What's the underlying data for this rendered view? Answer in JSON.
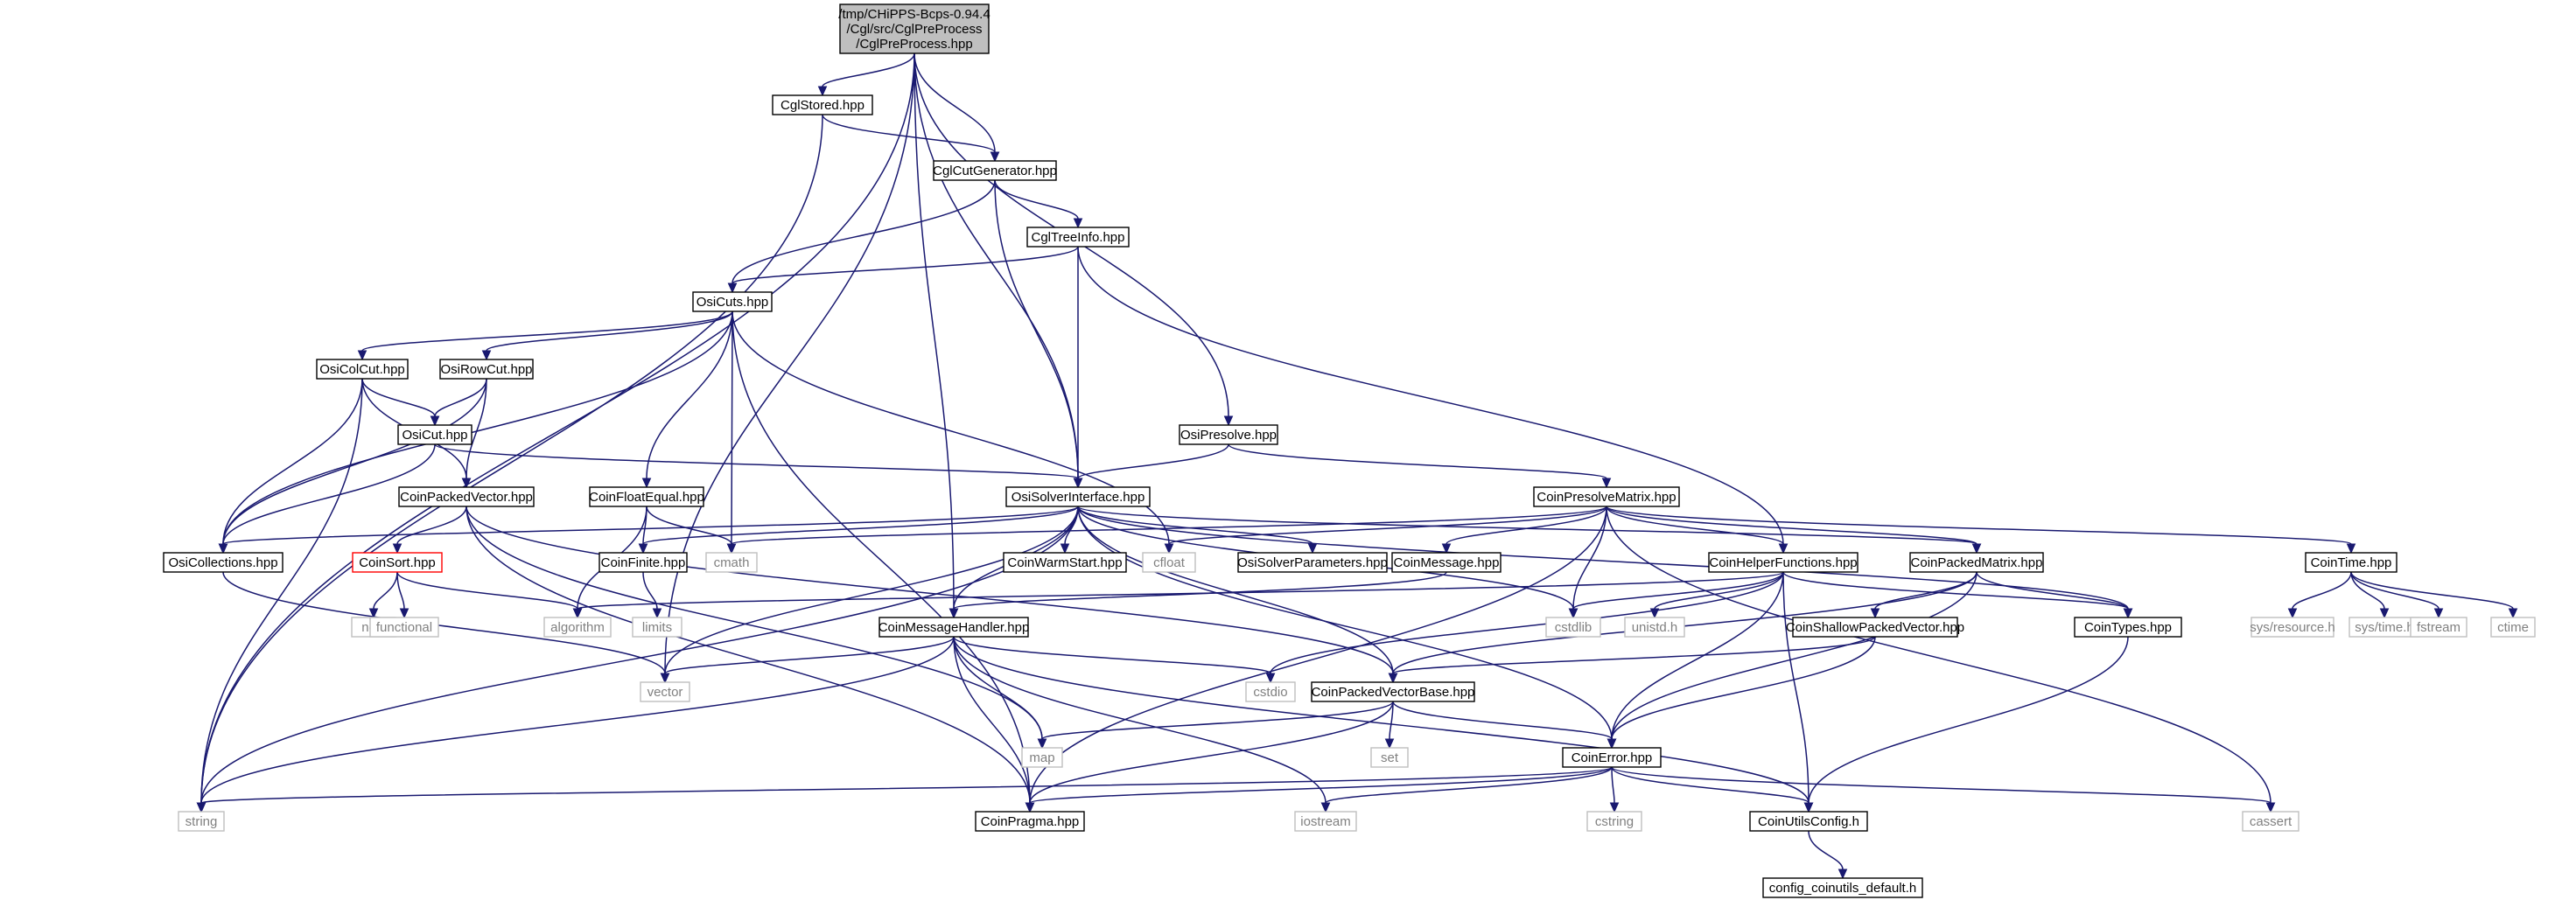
{
  "graph": {
    "title": "/tmp/CHiPPS-Bcps-0.94.4/Cgl/src/CglPreProcess/CglPreProcess.hpp",
    "colors": {
      "edge": "#191970",
      "root_fill": "#bfbfbf",
      "node_stroke": "#000000",
      "system_stroke": "#bfbfbf",
      "system_text": "#808080",
      "error_stroke": "#ff0000",
      "fill": "#ffffff"
    },
    "nodes": [
      {
        "id": "root",
        "lines": [
          "/tmp/CHiPPS-Bcps-0.94.4",
          "/Cgl/src/CglPreProcess",
          "/CglPreProcess.hpp"
        ],
        "kind": "root"
      },
      {
        "id": "cglstored",
        "lines": [
          "CglStored.hpp"
        ],
        "kind": "header"
      },
      {
        "id": "cglcutgen",
        "lines": [
          "CglCutGenerator.hpp"
        ],
        "kind": "header"
      },
      {
        "id": "cgltreeinfo",
        "lines": [
          "CglTreeInfo.hpp"
        ],
        "kind": "header"
      },
      {
        "id": "osicuts",
        "lines": [
          "OsiCuts.hpp"
        ],
        "kind": "header"
      },
      {
        "id": "osicolcut",
        "lines": [
          "OsiColCut.hpp"
        ],
        "kind": "header"
      },
      {
        "id": "osirowcut",
        "lines": [
          "OsiRowCut.hpp"
        ],
        "kind": "header"
      },
      {
        "id": "osicut",
        "lines": [
          "OsiCut.hpp"
        ],
        "kind": "header"
      },
      {
        "id": "osipresolve",
        "lines": [
          "OsiPresolve.hpp"
        ],
        "kind": "header"
      },
      {
        "id": "coinpackedvector",
        "lines": [
          "CoinPackedVector.hpp"
        ],
        "kind": "header"
      },
      {
        "id": "coinfloatequal",
        "lines": [
          "CoinFloatEqual.hpp"
        ],
        "kind": "header"
      },
      {
        "id": "osisolverinterface",
        "lines": [
          "OsiSolverInterface.hpp"
        ],
        "kind": "header"
      },
      {
        "id": "coinpresolvematrix",
        "lines": [
          "CoinPresolveMatrix.hpp"
        ],
        "kind": "header"
      },
      {
        "id": "osicollections",
        "lines": [
          "OsiCollections.hpp"
        ],
        "kind": "header"
      },
      {
        "id": "coinsort",
        "lines": [
          "CoinSort.hpp"
        ],
        "kind": "error"
      },
      {
        "id": "coinfinite",
        "lines": [
          "CoinFinite.hpp"
        ],
        "kind": "header"
      },
      {
        "id": "cmath",
        "lines": [
          "cmath"
        ],
        "kind": "system"
      },
      {
        "id": "coinwarmstart",
        "lines": [
          "CoinWarmStart.hpp"
        ],
        "kind": "header"
      },
      {
        "id": "cfloat",
        "lines": [
          "cfloat"
        ],
        "kind": "system"
      },
      {
        "id": "osisolverparams",
        "lines": [
          "OsiSolverParameters.hpp"
        ],
        "kind": "header"
      },
      {
        "id": "coinmessage",
        "lines": [
          "CoinMessage.hpp"
        ],
        "kind": "header"
      },
      {
        "id": "coinhelperfunctions",
        "lines": [
          "CoinHelperFunctions.hpp"
        ],
        "kind": "header"
      },
      {
        "id": "coinpackedmatrix",
        "lines": [
          "CoinPackedMatrix.hpp"
        ],
        "kind": "header"
      },
      {
        "id": "cointime",
        "lines": [
          "CoinTime.hpp"
        ],
        "kind": "header"
      },
      {
        "id": "new",
        "lines": [
          "new"
        ],
        "kind": "system"
      },
      {
        "id": "functional",
        "lines": [
          "functional"
        ],
        "kind": "system"
      },
      {
        "id": "algorithm",
        "lines": [
          "algorithm"
        ],
        "kind": "system"
      },
      {
        "id": "limits",
        "lines": [
          "limits"
        ],
        "kind": "system"
      },
      {
        "id": "coinmessagehandler",
        "lines": [
          "CoinMessageHandler.hpp"
        ],
        "kind": "header"
      },
      {
        "id": "cstdlib",
        "lines": [
          "cstdlib"
        ],
        "kind": "system"
      },
      {
        "id": "unistd",
        "lines": [
          "unistd.h"
        ],
        "kind": "system"
      },
      {
        "id": "coinshallow",
        "lines": [
          "CoinShallowPackedVector.hpp"
        ],
        "kind": "header"
      },
      {
        "id": "cointypes",
        "lines": [
          "CoinTypes.hpp"
        ],
        "kind": "header"
      },
      {
        "id": "sysresource",
        "lines": [
          "sys/resource.h"
        ],
        "kind": "system"
      },
      {
        "id": "systime",
        "lines": [
          "sys/time.h"
        ],
        "kind": "system"
      },
      {
        "id": "fstream",
        "lines": [
          "fstream"
        ],
        "kind": "system"
      },
      {
        "id": "ctime",
        "lines": [
          "ctime"
        ],
        "kind": "system"
      },
      {
        "id": "vector",
        "lines": [
          "vector"
        ],
        "kind": "system"
      },
      {
        "id": "cstdio",
        "lines": [
          "cstdio"
        ],
        "kind": "system"
      },
      {
        "id": "coinpackedvectorbase",
        "lines": [
          "CoinPackedVectorBase.hpp"
        ],
        "kind": "header"
      },
      {
        "id": "map",
        "lines": [
          "map"
        ],
        "kind": "system"
      },
      {
        "id": "set",
        "lines": [
          "set"
        ],
        "kind": "system"
      },
      {
        "id": "coinerror",
        "lines": [
          "CoinError.hpp"
        ],
        "kind": "header"
      },
      {
        "id": "string",
        "lines": [
          "string"
        ],
        "kind": "system"
      },
      {
        "id": "coinpragma",
        "lines": [
          "CoinPragma.hpp"
        ],
        "kind": "header"
      },
      {
        "id": "iostream",
        "lines": [
          "iostream"
        ],
        "kind": "system"
      },
      {
        "id": "cstring",
        "lines": [
          "cstring"
        ],
        "kind": "system"
      },
      {
        "id": "coinutilsconfig",
        "lines": [
          "CoinUtilsConfig.h"
        ],
        "kind": "header"
      },
      {
        "id": "cassert",
        "lines": [
          "cassert"
        ],
        "kind": "system"
      },
      {
        "id": "configdefault",
        "lines": [
          "config_coinutils_default.h"
        ],
        "kind": "header"
      }
    ],
    "edges": [
      [
        "root",
        "cglstored"
      ],
      [
        "root",
        "cglcutgen"
      ],
      [
        "root",
        "osisolverinterface"
      ],
      [
        "root",
        "osipresolve"
      ],
      [
        "root",
        "coinmessagehandler"
      ],
      [
        "root",
        "string"
      ],
      [
        "root",
        "vector"
      ],
      [
        "cglstored",
        "cglcutgen"
      ],
      [
        "cglstored",
        "string"
      ],
      [
        "cglcutgen",
        "cgltreeinfo"
      ],
      [
        "cglcutgen",
        "osicuts"
      ],
      [
        "cglcutgen",
        "osisolverinterface"
      ],
      [
        "cgltreeinfo",
        "osicuts"
      ],
      [
        "cgltreeinfo",
        "osisolverinterface"
      ],
      [
        "cgltreeinfo",
        "coinhelperfunctions"
      ],
      [
        "osicuts",
        "osicolcut"
      ],
      [
        "osicuts",
        "osirowcut"
      ],
      [
        "osicuts",
        "osicollections"
      ],
      [
        "osicuts",
        "coinfloatequal"
      ],
      [
        "osicuts",
        "cmath"
      ],
      [
        "osicuts",
        "cfloat"
      ],
      [
        "osicuts",
        "coinpragma"
      ],
      [
        "osicolcut",
        "osicut"
      ],
      [
        "osicolcut",
        "osicollections"
      ],
      [
        "osicolcut",
        "coinpackedvector"
      ],
      [
        "osicolcut",
        "string"
      ],
      [
        "osirowcut",
        "osicut"
      ],
      [
        "osirowcut",
        "coinpackedvector"
      ],
      [
        "osirowcut",
        "osicollections"
      ],
      [
        "osicut",
        "osicollections"
      ],
      [
        "osicut",
        "osisolverinterface"
      ],
      [
        "osipresolve",
        "osisolverinterface"
      ],
      [
        "osipresolve",
        "coinpresolvematrix"
      ],
      [
        "coinpackedvector",
        "coinsort"
      ],
      [
        "coinpackedvector",
        "coinpackedvectorbase"
      ],
      [
        "coinpackedvector",
        "map"
      ],
      [
        "coinpackedvector",
        "coinpragma"
      ],
      [
        "coinfloatequal",
        "algorithm"
      ],
      [
        "coinfloatequal",
        "cmath"
      ],
      [
        "coinfloatequal",
        "coinfinite"
      ],
      [
        "osisolverinterface",
        "osicollections"
      ],
      [
        "osisolverinterface",
        "coinfinite"
      ],
      [
        "osisolverinterface",
        "coinwarmstart"
      ],
      [
        "osisolverinterface",
        "osisolverparams"
      ],
      [
        "osisolverinterface",
        "coinmessagehandler"
      ],
      [
        "osisolverinterface",
        "coinpackedvectorbase"
      ],
      [
        "osisolverinterface",
        "coinpackedmatrix"
      ],
      [
        "osisolverinterface",
        "cointypes"
      ],
      [
        "osisolverinterface",
        "vector"
      ],
      [
        "osisolverinterface",
        "string"
      ],
      [
        "osisolverinterface",
        "cstdlib"
      ],
      [
        "osisolverinterface",
        "coinerror"
      ],
      [
        "coinpresolvematrix",
        "coinmessage"
      ],
      [
        "coinpresolvematrix",
        "coinhelperfunctions"
      ],
      [
        "coinpresolvematrix",
        "coinpackedmatrix"
      ],
      [
        "coinpresolvematrix",
        "cointime"
      ],
      [
        "coinpresolvematrix",
        "cmath"
      ],
      [
        "coinpresolvematrix",
        "cfloat"
      ],
      [
        "coinpresolvematrix",
        "cstdlib"
      ],
      [
        "coinpresolvematrix",
        "cassert"
      ],
      [
        "coinpresolvematrix",
        "coinpragma"
      ],
      [
        "osicollections",
        "vector"
      ],
      [
        "coinsort",
        "new"
      ],
      [
        "coinsort",
        "functional"
      ],
      [
        "coinsort",
        "algorithm"
      ],
      [
        "coinfinite",
        "limits"
      ],
      [
        "coinmessage",
        "coinmessagehandler"
      ],
      [
        "coinhelperfunctions",
        "cstdlib"
      ],
      [
        "coinhelperfunctions",
        "unistd"
      ],
      [
        "coinhelperfunctions",
        "algorithm"
      ],
      [
        "coinhelperfunctions",
        "cstdio"
      ],
      [
        "coinhelperfunctions",
        "coinerror"
      ],
      [
        "coinhelperfunctions",
        "cointypes"
      ],
      [
        "coinhelperfunctions",
        "coinutilsconfig"
      ],
      [
        "coinpackedmatrix",
        "coinshallow"
      ],
      [
        "coinpackedmatrix",
        "cointypes"
      ],
      [
        "coinpackedmatrix",
        "coinerror"
      ],
      [
        "coinpackedmatrix",
        "coinpackedvectorbase"
      ],
      [
        "cointime",
        "sysresource"
      ],
      [
        "cointime",
        "systime"
      ],
      [
        "cointime",
        "fstream"
      ],
      [
        "cointime",
        "ctime"
      ],
      [
        "coinmessagehandler",
        "vector"
      ],
      [
        "coinmessagehandler",
        "cstdio"
      ],
      [
        "coinmessagehandler",
        "map"
      ],
      [
        "coinmessagehandler",
        "string"
      ],
      [
        "coinmessagehandler",
        "coinpragma"
      ],
      [
        "coinmessagehandler",
        "iostream"
      ],
      [
        "coinmessagehandler",
        "coinutilsconfig"
      ],
      [
        "coinshallow",
        "coinpackedvectorbase"
      ],
      [
        "coinshallow",
        "coinerror"
      ],
      [
        "cointypes",
        "coinutilsconfig"
      ],
      [
        "coinpackedvectorbase",
        "map"
      ],
      [
        "coinpackedvectorbase",
        "set"
      ],
      [
        "coinpackedvectorbase",
        "coinerror"
      ],
      [
        "coinpackedvectorbase",
        "coinpragma"
      ],
      [
        "coinerror",
        "string"
      ],
      [
        "coinerror",
        "coinpragma"
      ],
      [
        "coinerror",
        "iostream"
      ],
      [
        "coinerror",
        "cstring"
      ],
      [
        "coinerror",
        "coinutilsconfig"
      ],
      [
        "coinerror",
        "cassert"
      ],
      [
        "coinutilsconfig",
        "configdefault"
      ]
    ]
  }
}
